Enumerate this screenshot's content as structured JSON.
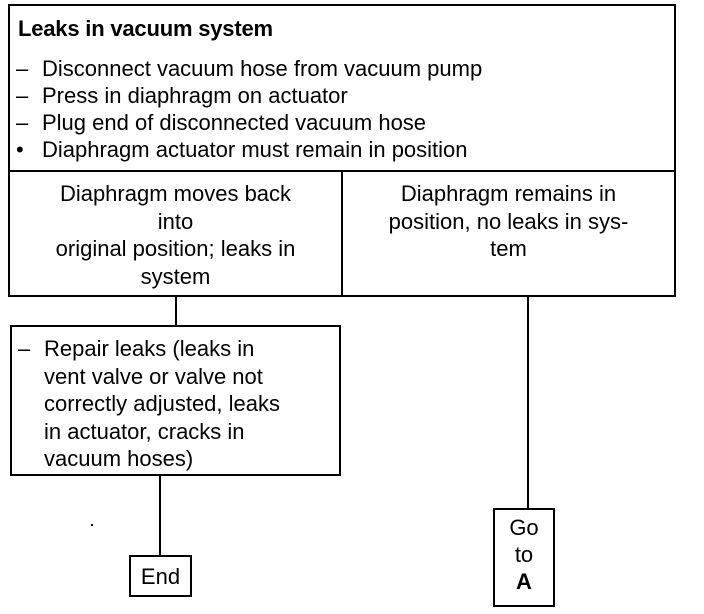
{
  "title": "Leaks in vacuum system",
  "steps": [
    {
      "marker": "–",
      "text": "Disconnect vacuum hose from vacuum pump"
    },
    {
      "marker": "–",
      "text": "Press in diaphragm on actuator"
    },
    {
      "marker": "–",
      "text": "Plug end of disconnected vacuum hose"
    },
    {
      "marker": "•",
      "text": "Diaphragm actuator must remain in position"
    }
  ],
  "outcomes": {
    "left": {
      "lines": [
        "Diaphragm moves back",
        "into",
        "original position; leaks in",
        "system"
      ]
    },
    "right": {
      "lines": [
        "Diaphragm remains in",
        "position, no leaks in sys-",
        "tem"
      ]
    }
  },
  "repair": {
    "marker": "–",
    "lines": [
      "Repair leaks (leaks in",
      "vent valve or valve not",
      "correctly adjusted, leaks",
      "in actuator, cracks in",
      "vacuum hoses)"
    ]
  },
  "end_label": "End",
  "goto": {
    "line1": "Go",
    "line2": "to",
    "target": "A"
  }
}
